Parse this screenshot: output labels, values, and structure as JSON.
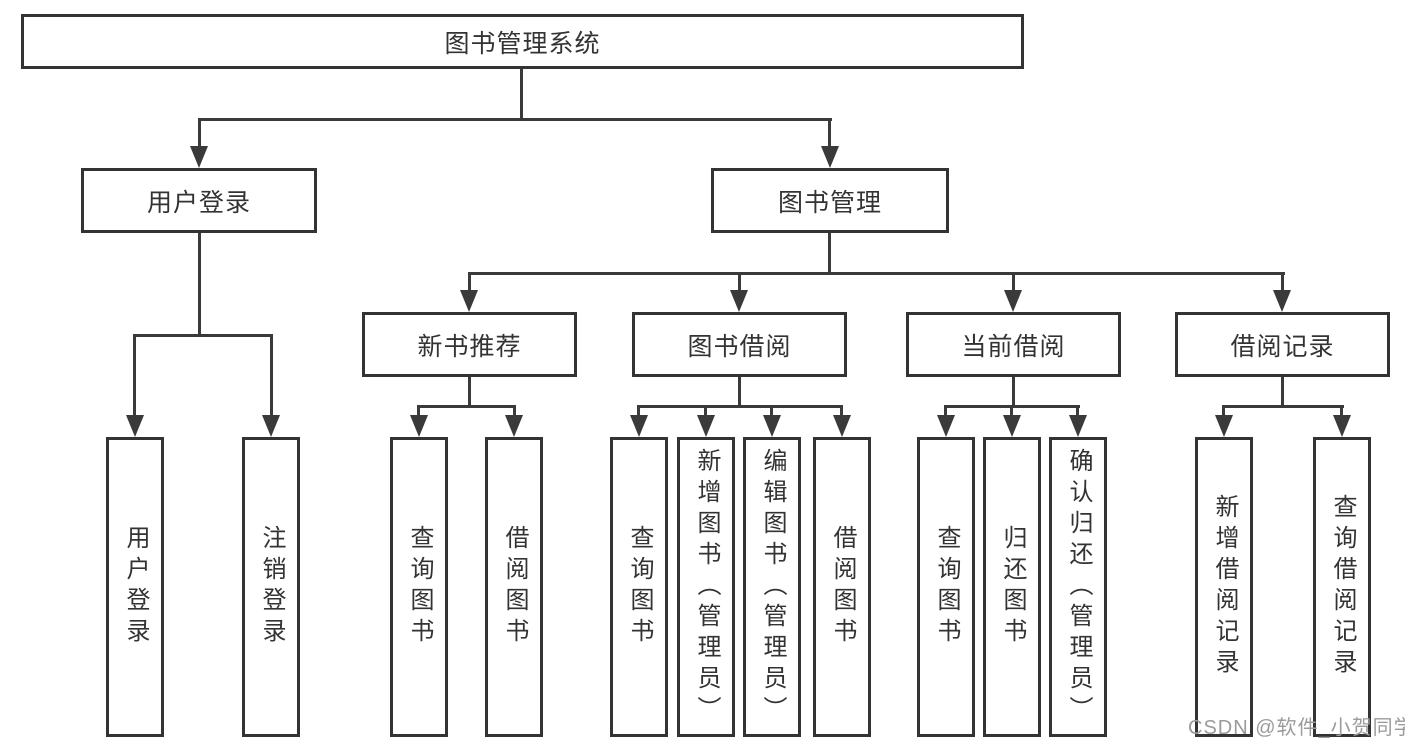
{
  "diagram": {
    "kind": "hierarchy-tree",
    "watermark": "CSDN @软件_小贺同学",
    "colors": {
      "background": "#ffffff",
      "line": "#3a3a3a",
      "box_border": "#333333",
      "text": "#333333",
      "watermark": "#9b9b9b"
    },
    "root": {
      "label": "图书管理系统",
      "children": [
        {
          "label": "用户登录",
          "children": [
            {
              "label": "用户登录"
            },
            {
              "label": "注销登录"
            }
          ]
        },
        {
          "label": "图书管理",
          "children": [
            {
              "label": "新书推荐",
              "children": [
                {
                  "label": "查询图书"
                },
                {
                  "label": "借阅图书"
                }
              ]
            },
            {
              "label": "图书借阅",
              "children": [
                {
                  "label": "查询图书"
                },
                {
                  "label": "新增图书（管理员）"
                },
                {
                  "label": "编辑图书（管理员）"
                },
                {
                  "label": "借阅图书"
                }
              ]
            },
            {
              "label": "当前借阅",
              "children": [
                {
                  "label": "查询图书"
                },
                {
                  "label": "归还图书"
                },
                {
                  "label": "确认归还（管理员）"
                }
              ]
            },
            {
              "label": "借阅记录",
              "children": [
                {
                  "label": "新增借阅记录"
                },
                {
                  "label": "查询借阅记录"
                }
              ]
            }
          ]
        }
      ]
    }
  }
}
